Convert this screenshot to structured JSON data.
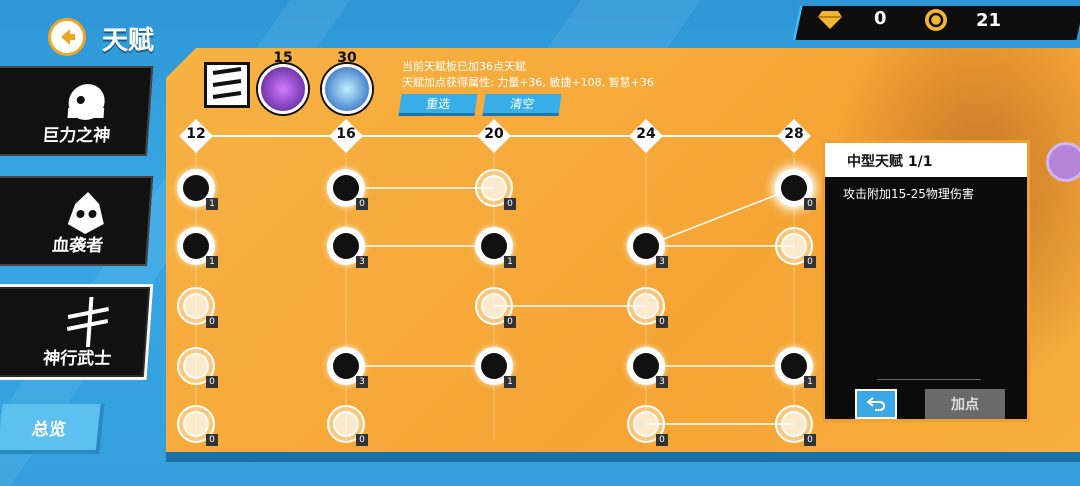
{
  "header": {
    "title": "天赋"
  },
  "currency": {
    "gems": "0",
    "coins": "21"
  },
  "heroes": [
    {
      "name": "巨力之神"
    },
    {
      "name": "血袭者"
    },
    {
      "name": "神行武士"
    }
  ],
  "overview_label": "总览",
  "summary": {
    "line1": "当前天赋板已加36点天赋",
    "line2": "天赋加点获得属性: 力量+36, 敏捷+108, 智慧+36"
  },
  "skills": [
    {
      "level": "15"
    },
    {
      "level": "30"
    }
  ],
  "buttons": {
    "reset": "重选",
    "clear": "清空",
    "add": "加点"
  },
  "tiers": [
    "12",
    "16",
    "20",
    "24",
    "28"
  ],
  "nodes": [
    [
      "1",
      "0",
      "0",
      "",
      "0"
    ],
    [
      "1",
      "3",
      "1",
      "3",
      "0"
    ],
    [
      "0",
      "",
      "0",
      "0",
      ""
    ],
    [
      "0",
      "3",
      "1",
      "3",
      "1"
    ],
    [
      "0",
      "0",
      "",
      "0",
      "0"
    ]
  ],
  "detail": {
    "title": "中型天赋  1/1",
    "desc": "攻击附加15-25物理伤害"
  },
  "colors": {
    "board": "#f5a534",
    "accent": "#38aee8"
  }
}
